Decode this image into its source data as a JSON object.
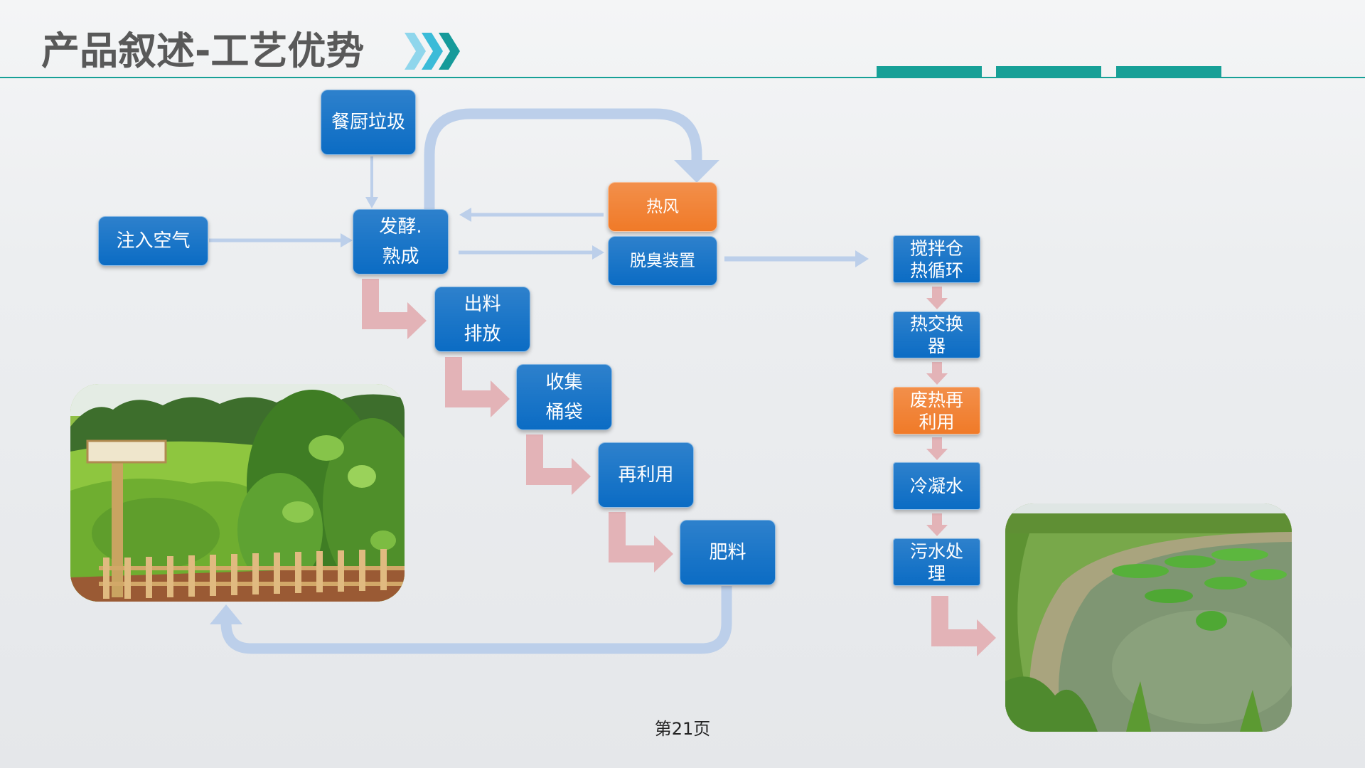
{
  "slide": {
    "title": "产品叙述-工艺优势",
    "page_number": "第21页"
  },
  "icons": {
    "title_decoration": [
      "chevron-right-icon",
      "chevron-right-icon",
      "chevron-right-icon"
    ]
  },
  "colors": {
    "title_text": "#595959",
    "accent_teal": "#17a097",
    "box_blue": "#0b6cc4",
    "box_orange": "#f07a28",
    "flow_arrow": "#bccfea",
    "step_arrow": "#e3b3b7"
  },
  "flow": {
    "kitchen_waste": "餐厨垃圾",
    "inject_air": "注入空气",
    "ferment": {
      "line1": "发酵.",
      "line2": "熟成"
    },
    "hot_air": "热风",
    "deodorizer": "脱臭装置",
    "discharge": {
      "line1": "出料",
      "line2": "排放"
    },
    "collect": {
      "line1": "收集",
      "line2": "桶袋"
    },
    "reuse": "再利用",
    "fertilizer": "肥料"
  },
  "heat_chain": [
    {
      "line1": "搅拌仓",
      "line2": "热循环"
    },
    {
      "line1": "热交换",
      "line2": "器"
    },
    {
      "line1": "废热再",
      "line2": "利用"
    },
    {
      "line1": "冷凝水"
    },
    {
      "line1": "污水处",
      "line2": "理"
    }
  ]
}
